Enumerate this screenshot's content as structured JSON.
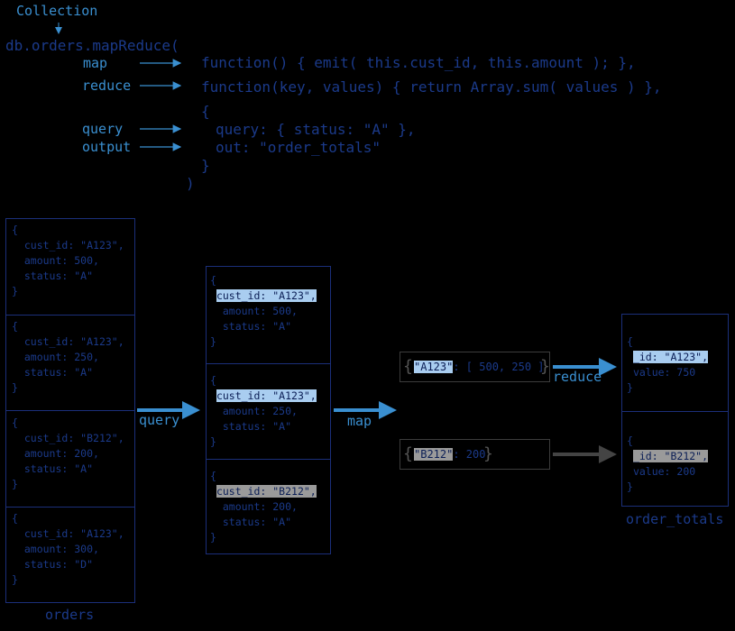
{
  "top": {
    "collection_label": "Collection",
    "call_line": "db.orders.mapReduce(",
    "map_label": "map",
    "reduce_label": "reduce",
    "query_label": "query",
    "output_label": "output",
    "map_fn": "function() { emit( this.cust_id, this.amount ); },",
    "reduce_fn": "function(key, values) { return Array.sum( values ) },",
    "open_brace": "{",
    "query_line": "query: { status: \"A\" },",
    "out_line": "out: \"order_totals\"",
    "close_brace": "}",
    "close_paren": ")"
  },
  "orders": {
    "caption": "orders",
    "docs": [
      {
        "open": "{",
        "cust": "cust_id: \"A123\",",
        "amount": "amount: 500,",
        "status": "status: \"A\"",
        "close": "}"
      },
      {
        "open": "{",
        "cust": "cust_id: \"A123\",",
        "amount": "amount: 250,",
        "status": "status: \"A\"",
        "close": "}"
      },
      {
        "open": "{",
        "cust": "cust_id: \"B212\",",
        "amount": "amount: 200,",
        "status": "status: \"A\"",
        "close": "}"
      },
      {
        "open": "{",
        "cust": "cust_id: \"A123\",",
        "amount": "amount: 300,",
        "status": "status: \"D\"",
        "close": "}"
      }
    ]
  },
  "filtered": {
    "docs": [
      {
        "open": "{",
        "cust": "cust_id: \"A123\",",
        "amount": "amount: 500,",
        "status": "status: \"A\"",
        "close": "}"
      },
      {
        "open": "{",
        "cust": "cust_id: \"A123\",",
        "amount": "amount: 250,",
        "status": "status: \"A\"",
        "close": "}"
      },
      {
        "open": "{",
        "cust": "cust_id: \"B212\",",
        "amount": "amount: 200,",
        "status": "status: \"A\"",
        "close": "}"
      }
    ]
  },
  "arrows": {
    "query": "query",
    "map": "map",
    "reduce": "reduce"
  },
  "groups": [
    {
      "key": "\"A123\"",
      "rest": ": [ 500, 250 ]"
    },
    {
      "key": "\"B212\"",
      "rest": ": 200"
    }
  ],
  "braces": {
    "open": "{",
    "close": "}"
  },
  "totals": {
    "caption": "order_totals",
    "docs": [
      {
        "open": "{",
        "id": "_id: \"A123\",",
        "value": "value: 750",
        "close": "}"
      },
      {
        "open": "{",
        "id": "_id: \"B212\",",
        "value": "value: 200",
        "close": "}"
      }
    ]
  },
  "colors": {
    "accent": "#3a8fd0",
    "code": "#1b3a8a",
    "highlight_blue": "#a9cdf0",
    "highlight_gray": "#9a9a9a"
  }
}
